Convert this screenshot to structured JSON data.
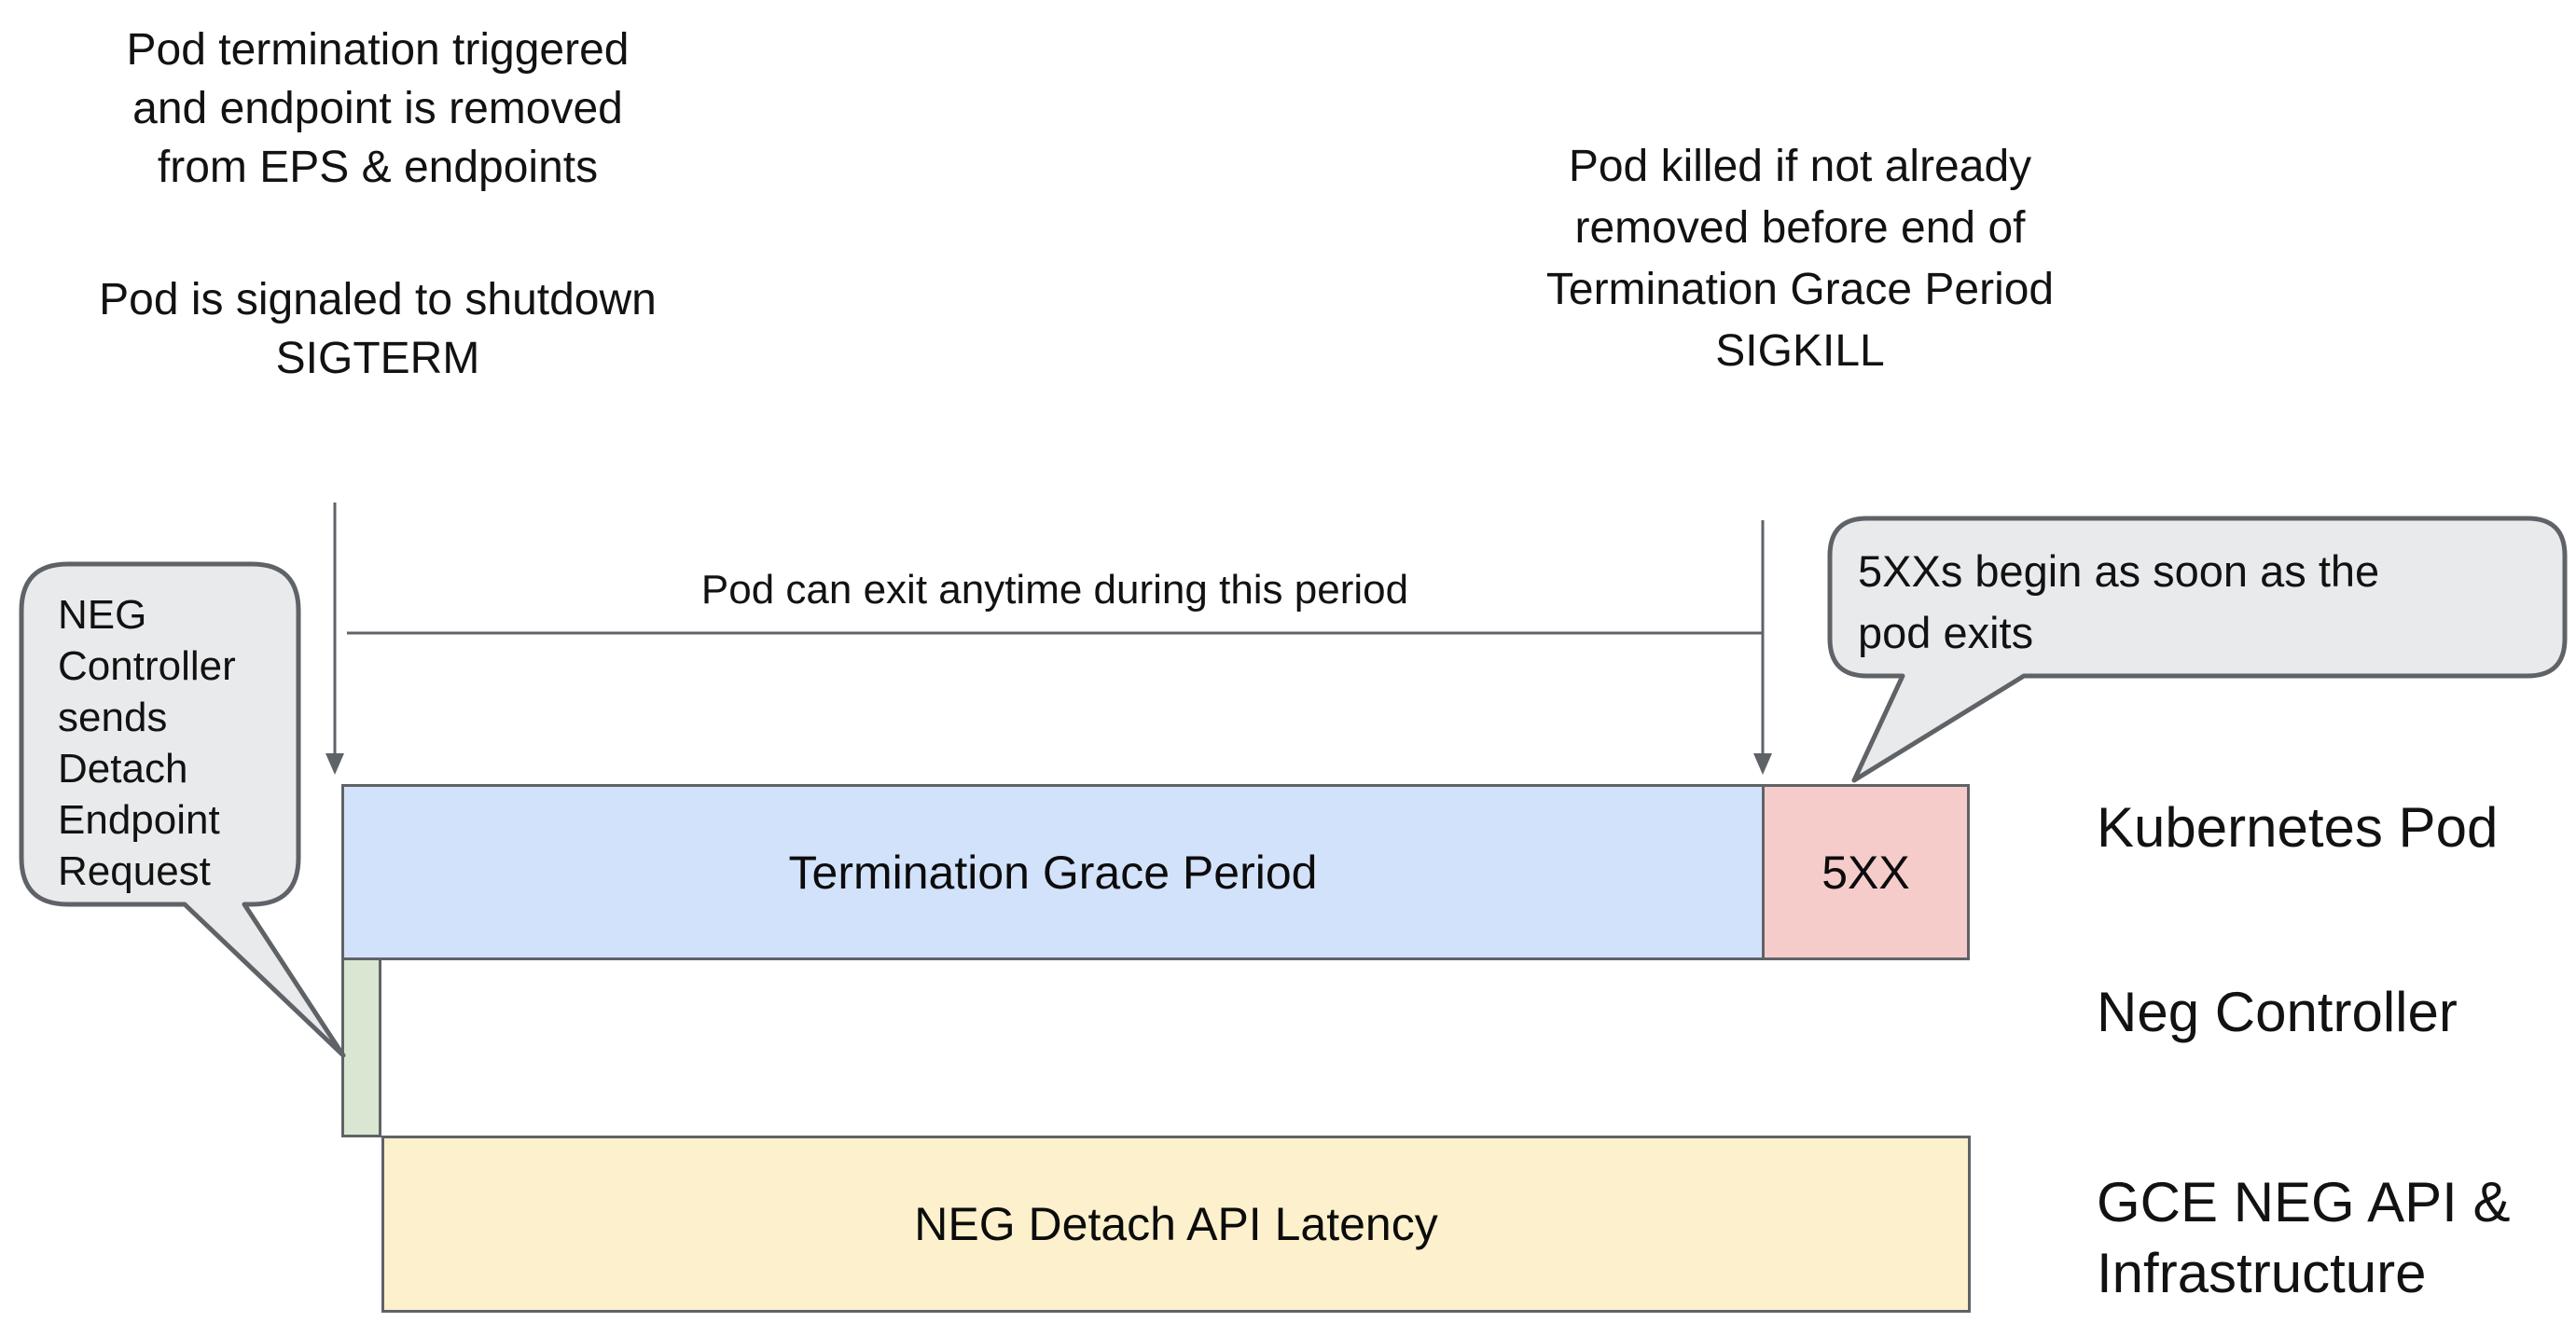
{
  "annotations": {
    "top_left_para1": "Pod termination triggered\nand endpoint is removed\nfrom EPS & endpoints",
    "top_left_para2": "Pod is signaled to shutdown\nSIGTERM",
    "top_right": "Pod killed if not already\nremoved before end of\nTermination Grace Period\nSIGKILL",
    "period_label": "Pod can exit anytime during this period"
  },
  "callouts": {
    "left_text": "NEG\nController\nsends\nDetach\nEndpoint\nRequest",
    "right_text": "5XXs begin as soon as the\npod exits"
  },
  "timeline": {
    "grace_segment_label": "Termination Grace Period",
    "error_segment_label": "5XX",
    "latency_segment_label": "NEG Detach API Latency"
  },
  "row_labels": {
    "kubernetes_pod": "Kubernetes Pod",
    "neg_controller": "Neg Controller",
    "gce_neg_api": "GCE NEG API &\nInfrastructure"
  },
  "colors": {
    "grace_blue": "#d3e2fb",
    "error_red": "#f6cccb",
    "neg_green": "#d9e7d2",
    "latency_yellow": "#fcf1cc",
    "callout_gray": "#e9eaec",
    "stroke_gray": "#5f6368"
  }
}
